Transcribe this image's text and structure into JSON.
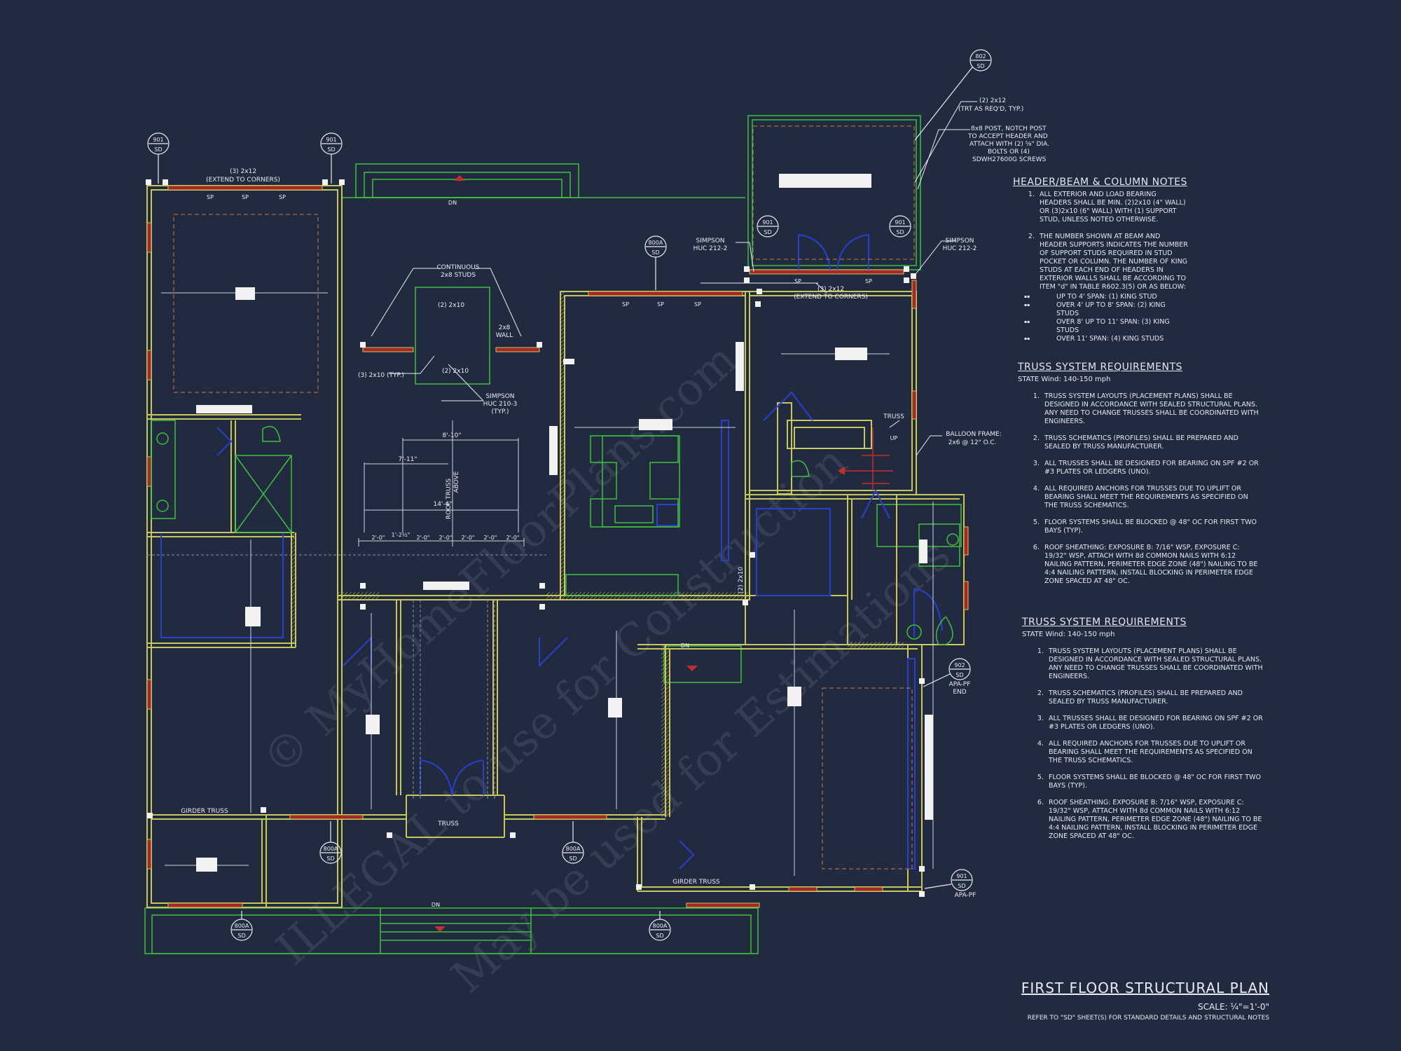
{
  "title": {
    "main": "FIRST FLOOR STRUCTURAL PLAN",
    "scale": "SCALE: ¼\"=1'-0\"",
    "refer": "REFER TO \"SD\" SHEET(S) FOR STANDARD DETAILS AND STRUCTURAL NOTES"
  },
  "watermark": {
    "line1": "© MyHomeFloorPlans.com",
    "line2": "ILLEGAL to use for Construction",
    "line3": "May be used for Estimations"
  },
  "header_notes": {
    "title": "HEADER/BEAM & COLUMN NOTES",
    "items": [
      "ALL EXTERIOR AND LOAD BEARING HEADERS SHALL BE MIN. (2)2x10 (4\" WALL) OR (3)2x10 (6\" WALL) WITH (1) SUPPORT STUD, UNLESS NOTED OTHERWISE.",
      "THE NUMBER SHOWN AT BEAM AND HEADER SUPPORTS INDICATES THE NUMBER OF SUPPORT STUDS REQUIRED IN STUD POCKET OR COLUMN. THE NUMBER OF KING STUDS AT EACH END OF HEADERS IN EXTERIOR WALLS SHALL BE ACCORDING TO ITEM \"d\" IN TABLE R602.3(5) OR AS BELOW:"
    ],
    "sub_items": [
      "UP TO 4' SPAN: (1) KING STUD",
      "OVER 4' UP TO 8' SPAN: (2) KING STUDS",
      "OVER 8' UP TO 11' SPAN: (3) KING STUDS",
      "OVER 11' SPAN: (4) KING STUDS"
    ]
  },
  "truss_notes": [
    {
      "title": "TRUSS SYSTEM REQUIREMENTS",
      "subtitle": "STATE Wind: 140-150 mph",
      "items": [
        "TRUSS SYSTEM LAYOUTS (PLACEMENT PLANS) SHALL BE DESIGNED IN ACCORDANCE WITH SEALED STRUCTURAL PLANS. ANY NEED TO CHANGE TRUSSES SHALL BE COORDINATED WITH ENGINEERS.",
        "TRUSS SCHEMATICS (PROFILES) SHALL BE PREPARED AND SEALED BY TRUSS MANUFACTURER.",
        "ALL TRUSSES SHALL BE DESIGNED FOR BEARING ON SPF #2 OR #3 PLATES OR LEDGERS (UNO).",
        "ALL REQUIRED ANCHORS FOR TRUSSES DUE TO UPLIFT OR BEARING SHALL MEET THE REQUIREMENTS AS SPECIFIED ON THE TRUSS SCHEMATICS.",
        "FLOOR SYSTEMS SHALL BE BLOCKED @ 48\" OC FOR FIRST TWO BAYS (TYP).",
        "ROOF SHEATHING: EXPOSURE B: 7/16\" WSP, EXPOSURE C: 19/32\" WSP, ATTACH WITH 8d COMMON NAILS WITH 6:12 NAILING PATTERN, PERIMETER EDGE ZONE (48\") NAILING TO BE 4:4 NAILING PATTERN, INSTALL BLOCKING IN PERIMETER EDGE ZONE SPACED AT 48\" OC."
      ]
    },
    {
      "title": "TRUSS SYSTEM REQUIREMENTS",
      "subtitle": "STATE Wind: 140-150 mph",
      "items": [
        "TRUSS SYSTEM LAYOUTS (PLACEMENT PLANS) SHALL BE DESIGNED IN ACCORDANCE WITH SEALED STRUCTURAL PLANS. ANY NEED TO CHANGE TRUSSES SHALL BE COORDINATED WITH ENGINEERS.",
        "TRUSS SCHEMATICS (PROFILES) SHALL BE PREPARED AND SEALED BY TRUSS MANUFACTURER.",
        "ALL TRUSSES SHALL BE DESIGNED FOR BEARING ON SPF #2 OR #3 PLATES OR LEDGERS (UNO).",
        "ALL REQUIRED ANCHORS FOR TRUSSES DUE TO UPLIFT OR BEARING SHALL MEET THE REQUIREMENTS AS SPECIFIED ON THE TRUSS SCHEMATICS.",
        "FLOOR SYSTEMS SHALL BE BLOCKED @ 48\" OC FOR FIRST TWO BAYS (TYP).",
        "ROOF SHEATHING: EXPOSURE B: 7/16\" WSP, EXPOSURE C: 19/32\" WSP, ATTACH WITH 8d COMMON NAILS WITH 6:12 NAILING PATTERN, PERIMETER EDGE ZONE (48\") NAILING TO BE 4:4 NAILING PATTERN, INSTALL BLOCKING IN PERIMETER EDGE ZONE SPACED AT 48\" OC."
      ]
    }
  ],
  "callouts": {
    "c901_left": [
      "901",
      "SD"
    ],
    "c901_mid": [
      "901",
      "SD"
    ],
    "c802": [
      "802",
      "SD"
    ],
    "c901_porch_l": [
      "901",
      "SD"
    ],
    "c901_porch_r": [
      "901",
      "SD"
    ],
    "c800a_top": [
      "800A",
      "SD"
    ],
    "c902": [
      "902",
      "SD"
    ],
    "c800a_l1": [
      "800A",
      "SD"
    ],
    "c800a_l2": [
      "800A",
      "SD"
    ],
    "c800a_b1": [
      "800A",
      "SD"
    ],
    "c800a_b2": [
      "800A",
      "SD"
    ],
    "c901_br": [
      "901",
      "SD"
    ]
  },
  "labels": {
    "header_3x12": "(3) 2x12",
    "extend_corners": "(EXTEND TO CORNERS)",
    "sp": "SP",
    "header_2x12": "(2) 2x12",
    "trt": "(TRT AS REQ'D, TYP.)",
    "post1": "8x8 POST, NOTCH POST",
    "post2": "TO ACCEPT HEADER AND",
    "post3": "ATTACH WITH (2) ⅝\" DIA.",
    "post4": "BOLTS OR (4)",
    "post5": "SDWH27600G SCREWS",
    "simpson_l1": "SIMPSON",
    "simpson_l2": "HUC 212-2",
    "continuous1": "CONTINUOUS",
    "continuous2": "2x8 STUDS",
    "twox10": "(2) 2x10",
    "twox8wall1": "2x8",
    "twox8wall2": "WALL",
    "threex10": "(3) 2x10 (TYP.)",
    "simpson_huc1": "SIMPSON",
    "simpson_huc2": "HUC 210-3",
    "simpson_huc3": "(TYP.)",
    "dim_8_10": "8'-10\"",
    "dim_7_11": "7'-11\"",
    "dim_14_4": "14'-4\"",
    "ridge1": "ROOF TRUSS",
    "ridge2": "ABOVE",
    "dims_row": [
      "2'-0\"",
      "1'-2½\"",
      "2'-0\"",
      "2'-0\"",
      "2'-0\"",
      "2'-0\"",
      "2'-0\""
    ],
    "truss": "TRUSS",
    "up": "UP",
    "balloon1": "BALLOON FRAME:",
    "balloon2": "2x6 @ 12\" O.C.",
    "dn": "DN",
    "twox10_vert": "(2) 2x10",
    "girder_truss": "GIRDER TRUSS",
    "apa_pf_end1": "APA-PF",
    "apa_pf_end2": "END",
    "apa_pf": "APA-PF"
  },
  "colors": {
    "background": "#222a3f",
    "wall": "#c8c85a",
    "green": "#3fbf3f",
    "blue": "#2a3fd0",
    "header_red": "#a42828",
    "text": "#e8ecf4"
  }
}
